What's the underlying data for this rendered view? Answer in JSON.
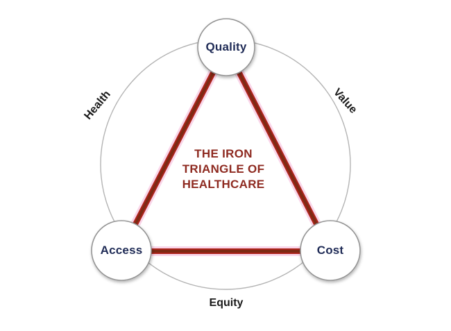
{
  "diagram": {
    "name": "iron-triangle-of-healthcare",
    "title_lines": [
      "THE IRON",
      "TRIANGLE OF",
      "HEALTHCARE"
    ],
    "nodes": [
      {
        "id": "quality",
        "label": "Quality"
      },
      {
        "id": "access",
        "label": "Access"
      },
      {
        "id": "cost",
        "label": "Cost"
      }
    ],
    "ring_labels": [
      {
        "id": "health",
        "label": "Health"
      },
      {
        "id": "value",
        "label": "Value"
      },
      {
        "id": "equity",
        "label": "Equity"
      }
    ],
    "colors": {
      "title_red": "#8e2a20",
      "node_label_navy": "#1f2b56",
      "edge_halo_pink": "#f9cfe6",
      "edge_red": "#ad231b",
      "edge_dark_core": "#7d2a14",
      "ring_gray": "#b3b3b3",
      "node_fill": "#ffffff",
      "node_border": "#949494",
      "ring_label_black": "#1a1a1a"
    }
  }
}
